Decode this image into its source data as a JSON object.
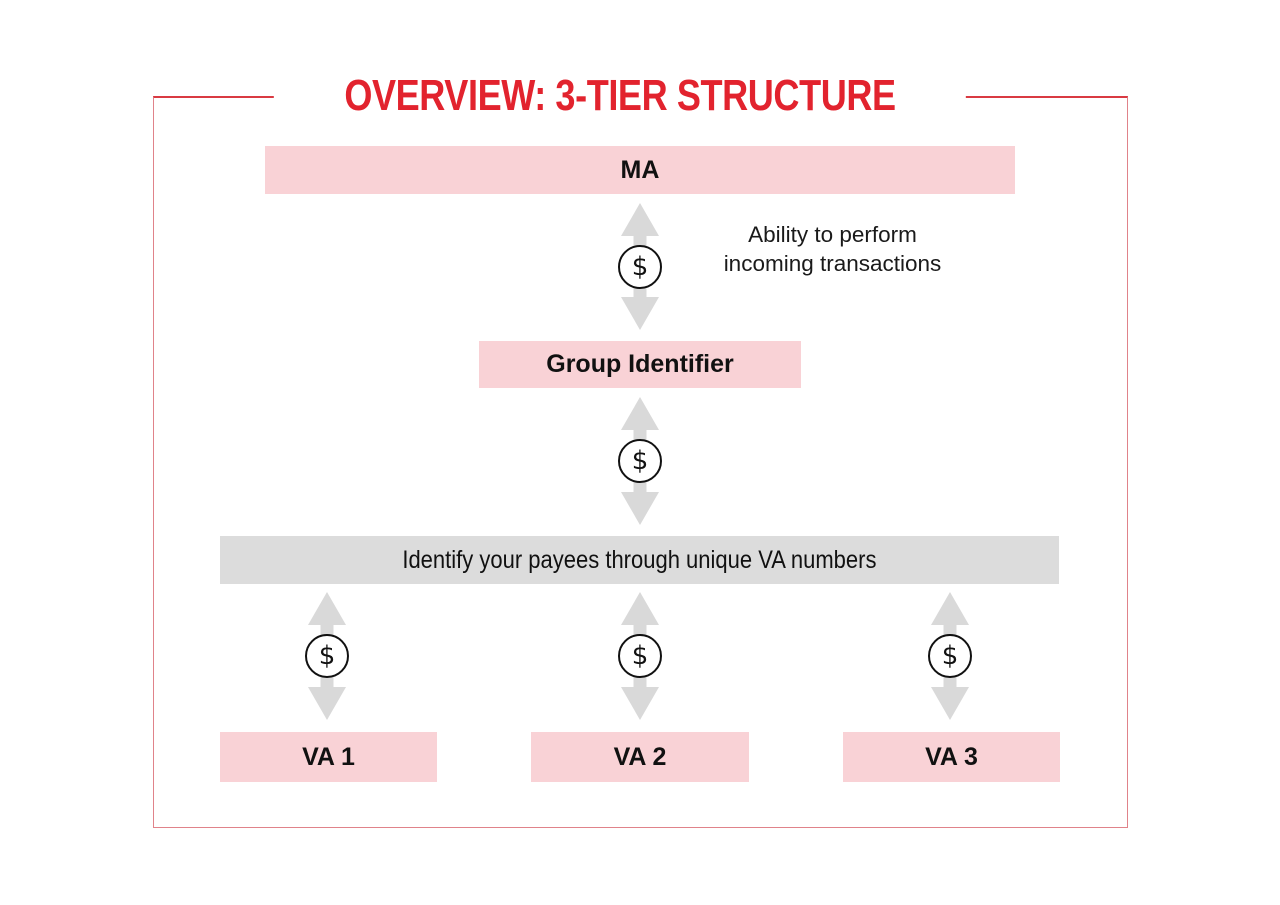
{
  "title": "OVERVIEW: 3-TIER STRUCTURE",
  "nodes": {
    "ma": {
      "label": "MA"
    },
    "group_identifier": {
      "label": "Group Identifier"
    },
    "va_bar": {
      "label": "Identify your payees through unique VA numbers"
    },
    "va1": {
      "label": "VA 1"
    },
    "va2": {
      "label": "VA 2"
    },
    "va3": {
      "label": "VA 3"
    }
  },
  "annotations": {
    "ability": {
      "line1": "Ability to perform",
      "line2": "incoming transactions"
    }
  },
  "icons": {
    "dollar": "$"
  },
  "colors": {
    "title_red": "#e2232e",
    "frame_border": "#e0838a",
    "frame_border_top": "#d93a42",
    "node_pink": "#f9d2d6",
    "bar_gray": "#dcdcdc",
    "arrow_gray": "#d9d9d9",
    "text_black": "#111111",
    "icon_circle_bg": "#ffffff"
  }
}
